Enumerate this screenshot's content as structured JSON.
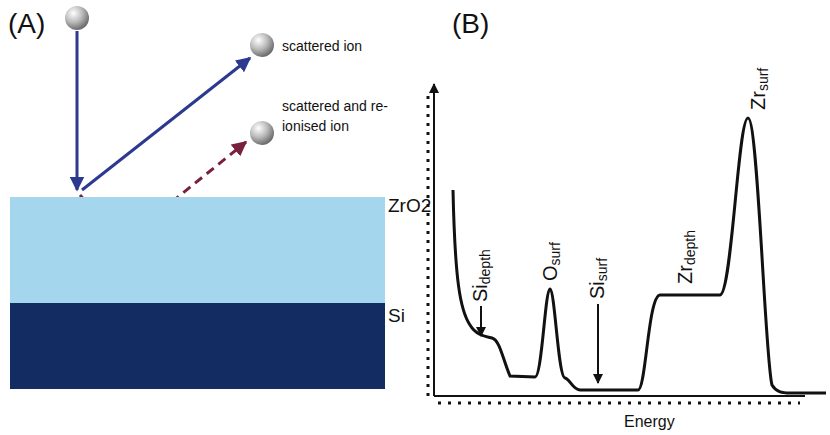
{
  "diagram": {
    "nodes": [
      {
        "text": [
          "ZrO2"
        ]
      },
      {
        "text": [
          "Si"
        ]
      }
    ],
    "labels": [
      "(A)",
      "scattered ion",
      "scattered and re-ionised ion",
      "(B)",
      "Si",
      "depth",
      "O",
      "surf",
      "Si",
      "surf",
      "Zr",
      "depth",
      "Zr",
      "surf",
      "Energy"
    ]
  }
}
